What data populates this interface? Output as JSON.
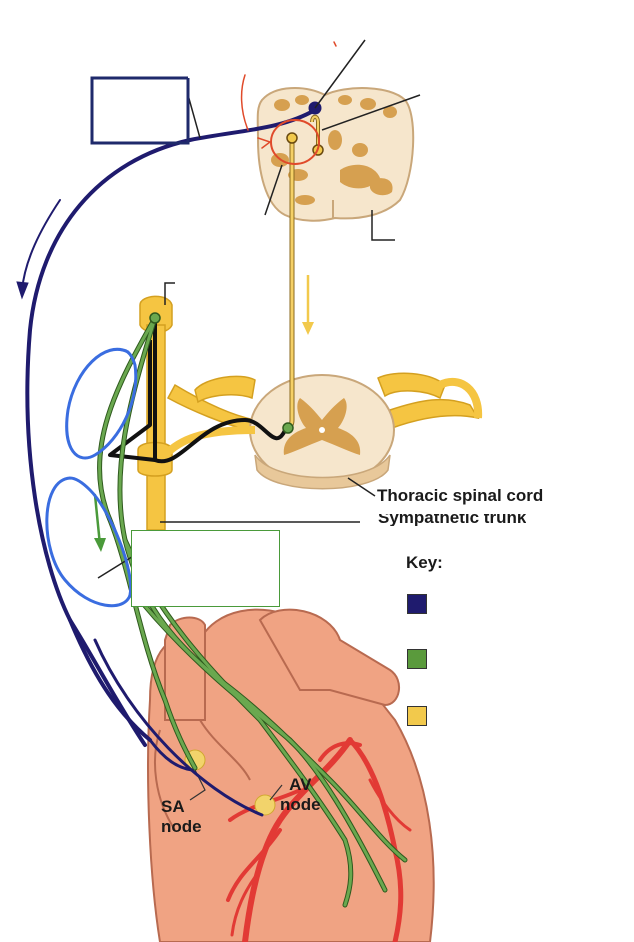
{
  "labels": {
    "thoracic_spinal_cord": "Thoracic spinal cord",
    "sympathetic_trunk": "Sympathetic trunk",
    "key_title": "Key:",
    "sa_node_line1": "SA",
    "sa_node_line2": "node",
    "av_node_line1": "AV",
    "av_node_line2": "node"
  },
  "key": {
    "colors": [
      "#1f1b6e",
      "#5a9a3c",
      "#f2c94c"
    ]
  },
  "colors": {
    "parasympathetic_nerve": "#1f1b6e",
    "postganglionic_sympathetic": "#5a9a3c",
    "preganglionic_sympathetic": "#f2c94c",
    "heart": "#f0a080",
    "coronary_vessels": "#e03030",
    "annotation_blue": "#3a6de0",
    "annotation_red": "#e04a2a"
  }
}
